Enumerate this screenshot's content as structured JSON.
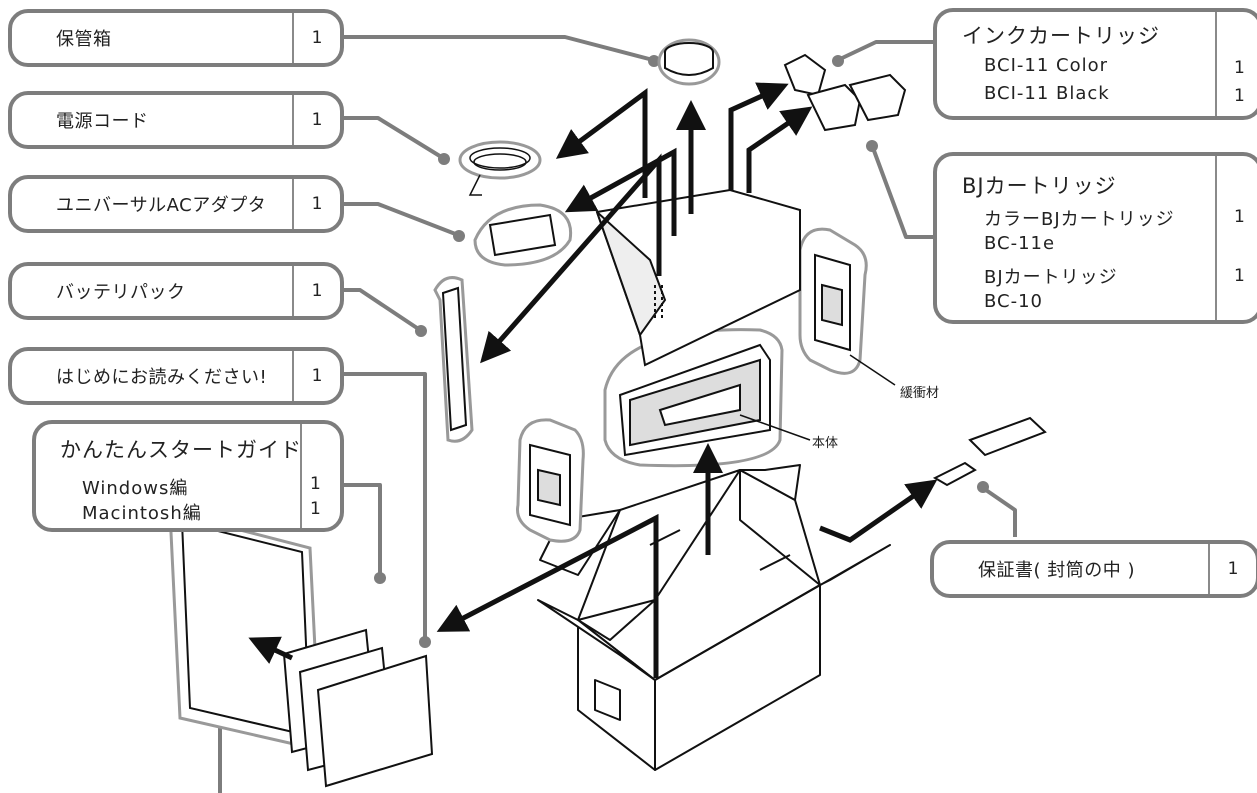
{
  "labels": [
    {
      "name": "保管箱",
      "qty": "1"
    },
    {
      "name": "電源コード",
      "qty": "1"
    },
    {
      "name": "ユニバーサルACアダプタ",
      "qty": "1"
    },
    {
      "name": "バッテリパック",
      "qty": "1"
    },
    {
      "name": "はじめにお読みください!",
      "qty": "1"
    },
    {
      "name": "保証書( 封筒の中 )",
      "qty": "1"
    }
  ],
  "guide": {
    "title": "かんたんスタートガイド",
    "items": [
      {
        "name": "Windows編",
        "qty": "1"
      },
      {
        "name": "Macintosh編",
        "qty": "1"
      }
    ]
  },
  "ink": {
    "title": "インクカートリッジ",
    "items": [
      {
        "name": "BCI-11 Color",
        "qty": "1"
      },
      {
        "name": "BCI-11 Black",
        "qty": "1"
      }
    ]
  },
  "bj": {
    "title": "BJカートリッジ",
    "items": [
      {
        "name": "カラーBJカートリッジ",
        "qty": "1"
      },
      {
        "name": "BC-11e",
        "qty": ""
      },
      {
        "name": "BJカートリッジ",
        "qty": "1"
      },
      {
        "name": "BC-10",
        "qty": ""
      }
    ]
  },
  "captions": {
    "cushion": "緩衝材",
    "body": "本体"
  }
}
